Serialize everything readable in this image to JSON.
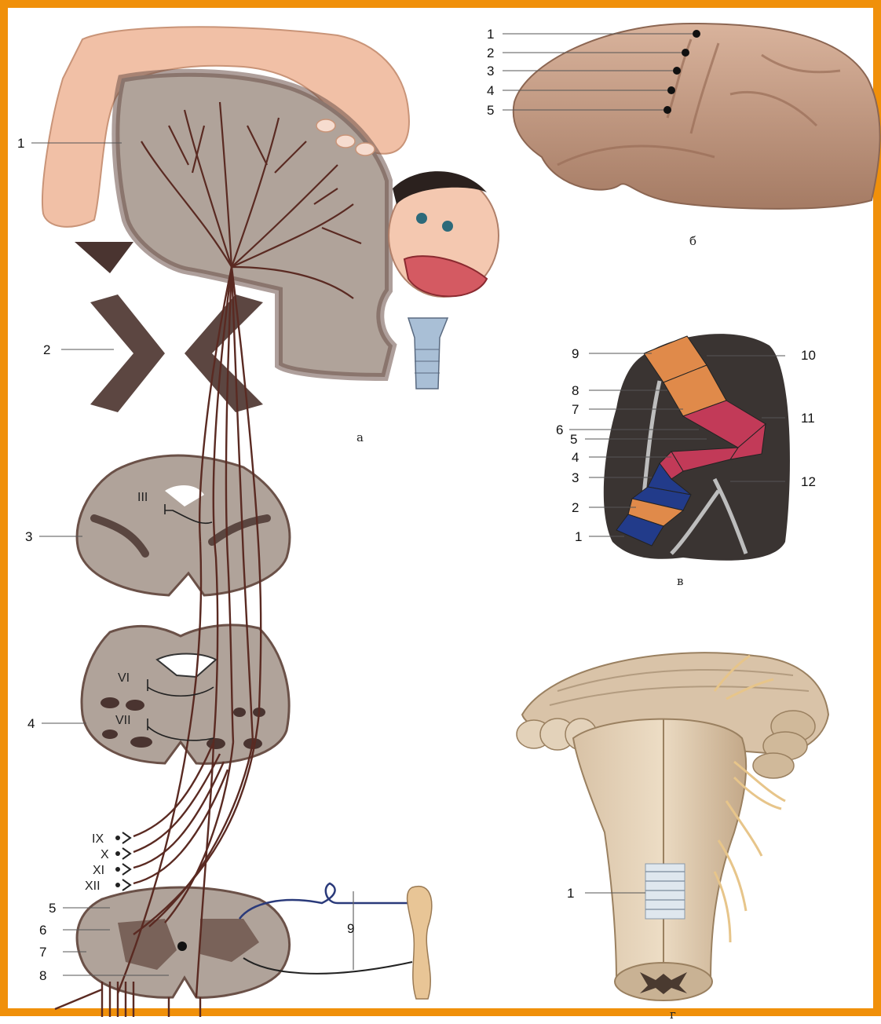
{
  "colors": {
    "frame": "#f0900a",
    "tissue": "#b0a39a",
    "tissue_dark": "#6b5148",
    "tract": "#5a2a22",
    "brain_surface": "#c9a189",
    "orange_segment": "#e08a4a",
    "crimson_segment": "#c23a58",
    "blue_segment": "#223b8a",
    "section_dark": "#3a3432",
    "nerve_yellow": "#e7c58a"
  },
  "panel_a": {
    "title": "а",
    "levels": [
      "1",
      "2",
      "3",
      "4",
      "5",
      "6",
      "7",
      "8",
      "9"
    ],
    "nuclei": [
      "III",
      "VI",
      "VII"
    ],
    "cranial_nerves": [
      "IX",
      "X",
      "XI",
      "XII"
    ]
  },
  "panel_b": {
    "title": "б",
    "points": [
      "1",
      "2",
      "3",
      "4",
      "5"
    ]
  },
  "panel_v": {
    "title": "в",
    "labels": [
      "9",
      "10",
      "8",
      "7",
      "11",
      "6",
      "5",
      "4",
      "3",
      "12",
      "2",
      "1"
    ]
  },
  "panel_g": {
    "title": "г",
    "labels": [
      "1"
    ]
  }
}
